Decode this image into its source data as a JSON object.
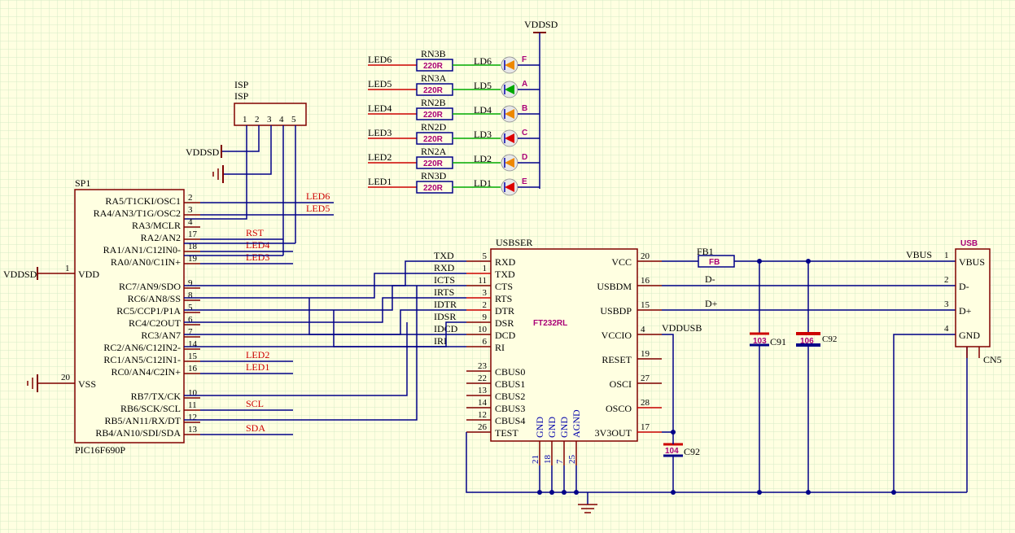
{
  "colors": {
    "background": "#ffffe1",
    "grid": "#d6ebc8",
    "wire": "#000088",
    "part": "#800000",
    "part_fill": "#ffffe1",
    "red": "#cc0000",
    "green": "#00aa00",
    "magenta": "#aa0077"
  },
  "power": {
    "vddsd": "VDDSD"
  },
  "isp": {
    "designator": "ISP",
    "name": "ISP",
    "pins": [
      "1",
      "2",
      "3",
      "4",
      "5"
    ]
  },
  "sp1": {
    "designator": "SP1",
    "part": "PIC16F690P",
    "left_pins": [
      {
        "num": "1",
        "name": "VDD"
      },
      {
        "num": "20",
        "name": "VSS"
      }
    ],
    "right_pins": [
      {
        "num": "2",
        "name": "RA5/T1CKI/OSC1",
        "net": "LED6"
      },
      {
        "num": "3",
        "name": "RA4/AN3/T1G/OSC2",
        "net": "LED5"
      },
      {
        "num": "4",
        "name": "RA3/MCLR",
        "net": ""
      },
      {
        "num": "17",
        "name": "RA2/AN2",
        "net": "RST"
      },
      {
        "num": "18",
        "name": "RA1/AN1/C12IN0-",
        "net": "LED4"
      },
      {
        "num": "19",
        "name": "RA0/AN0/C1IN+",
        "net": "LED3"
      },
      {
        "num": "9",
        "name": "RC7/AN9/SDO",
        "net": ""
      },
      {
        "num": "8",
        "name": "RC6/AN8/SS",
        "net": ""
      },
      {
        "num": "5",
        "name": "RC5/CCP1/P1A",
        "net": ""
      },
      {
        "num": "6",
        "name": "RC4/C2OUT",
        "net": ""
      },
      {
        "num": "7",
        "name": "RC3/AN7",
        "net": ""
      },
      {
        "num": "14",
        "name": "RC2/AN6/C12IN2-",
        "net": ""
      },
      {
        "num": "15",
        "name": "RC1/AN5/C12IN1-",
        "net": "LED2"
      },
      {
        "num": "16",
        "name": "RC0/AN4/C2IN+",
        "net": "LED1"
      },
      {
        "num": "10",
        "name": "RB7/TX/CK",
        "net": ""
      },
      {
        "num": "11",
        "name": "RB6/SCK/SCL",
        "net": "SCL"
      },
      {
        "num": "12",
        "name": "RB5/AN11/RX/DT",
        "net": ""
      },
      {
        "num": "13",
        "name": "RB4/AN10/SDI/SDA",
        "net": "SDA"
      }
    ]
  },
  "leds": {
    "vdd_label": "VDDSD",
    "rows": [
      {
        "net": "LED6",
        "res": "RN3B",
        "val": "220R",
        "ld": "LD6",
        "letter": "F",
        "color": "#ee8800"
      },
      {
        "net": "LED5",
        "res": "RN3A",
        "val": "220R",
        "ld": "LD5",
        "letter": "A",
        "color": "#00aa00"
      },
      {
        "net": "LED4",
        "res": "RN2B",
        "val": "220R",
        "ld": "LD4",
        "letter": "B",
        "color": "#ee8800"
      },
      {
        "net": "LED3",
        "res": "RN2D",
        "val": "220R",
        "ld": "LD3",
        "letter": "C",
        "color": "#dd0000"
      },
      {
        "net": "LED2",
        "res": "RN2A",
        "val": "220R",
        "ld": "LD2",
        "letter": "D",
        "color": "#ee8800"
      },
      {
        "net": "LED1",
        "res": "RN3D",
        "val": "220R",
        "ld": "LD1",
        "letter": "E",
        "color": "#dd0000"
      }
    ]
  },
  "usbser": {
    "designator": "USBSER",
    "part": "FT232RL",
    "left_pins": [
      {
        "num": "5",
        "name": "RXD",
        "net": "TXD",
        "red": false
      },
      {
        "num": "1",
        "name": "TXD",
        "net": "RXD",
        "red": true
      },
      {
        "num": "11",
        "name": "CTS",
        "net": "ICTS",
        "red": false
      },
      {
        "num": "3",
        "name": "RTS",
        "net": "IRTS",
        "red": true
      },
      {
        "num": "2",
        "name": "DTR",
        "net": "IDTR",
        "red": true
      },
      {
        "num": "9",
        "name": "DSR",
        "net": "IDSR",
        "red": false
      },
      {
        "num": "10",
        "name": "DCD",
        "net": "IDCD",
        "red": false
      },
      {
        "num": "6",
        "name": "RI",
        "net": "IRI",
        "red": false
      },
      {
        "num": "23",
        "name": "CBUS0",
        "net": "",
        "red": false
      },
      {
        "num": "22",
        "name": "CBUS1",
        "net": "",
        "red": false
      },
      {
        "num": "13",
        "name": "CBUS2",
        "net": "",
        "red": false
      },
      {
        "num": "14",
        "name": "CBUS3",
        "net": "",
        "red": false
      },
      {
        "num": "12",
        "name": "CBUS4",
        "net": "",
        "red": false
      },
      {
        "num": "26",
        "name": "TEST",
        "net": "",
        "red": false
      }
    ],
    "right_pins": [
      {
        "num": "20",
        "name": "VCC",
        "red": false
      },
      {
        "num": "16",
        "name": "USBDM",
        "red": false
      },
      {
        "num": "15",
        "name": "USBDP",
        "red": false
      },
      {
        "num": "4",
        "name": "VCCIO",
        "red": false
      },
      {
        "num": "19",
        "name": "RESET",
        "red": false
      },
      {
        "num": "27",
        "name": "OSCI",
        "red": false
      },
      {
        "num": "28",
        "name": "OSCO",
        "red": true
      },
      {
        "num": "17",
        "name": "3V3OUT",
        "red": true
      }
    ],
    "bottom_pins": [
      {
        "num": "21",
        "name": "GND"
      },
      {
        "num": "18",
        "name": "GND"
      },
      {
        "num": "7",
        "name": "GND"
      },
      {
        "num": "25",
        "name": "AGND"
      }
    ]
  },
  "fb1": {
    "designator": "FB1",
    "value": "FB"
  },
  "nets": {
    "vbus": "VBUS",
    "dminus": "D-",
    "dplus": "D+",
    "vddusb": "VDDUSB"
  },
  "caps": [
    {
      "value": "103",
      "name": "C91"
    },
    {
      "value": "106",
      "name": "C92"
    },
    {
      "value": "104",
      "name": "C92"
    }
  ],
  "usb": {
    "designator": "CN5",
    "title": "USB",
    "pins": [
      {
        "num": "1",
        "name": "VBUS"
      },
      {
        "num": "2",
        "name": "D-"
      },
      {
        "num": "3",
        "name": "D+"
      },
      {
        "num": "4",
        "name": "GND"
      }
    ]
  }
}
